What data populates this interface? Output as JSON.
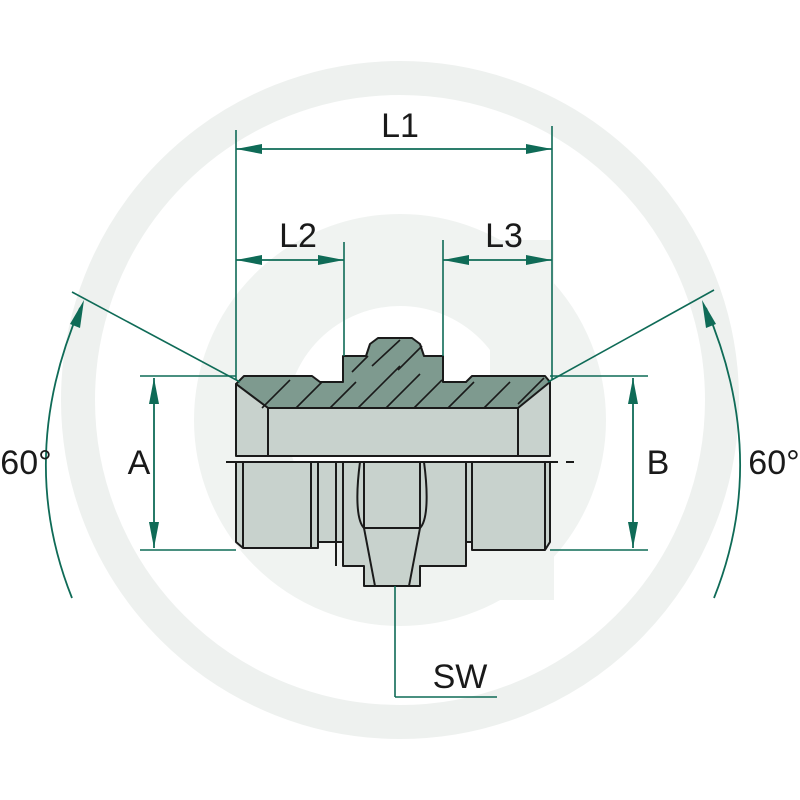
{
  "labels": {
    "l1": "L1",
    "l2": "L2",
    "l3": "L3",
    "a": "A",
    "b": "B",
    "sw": "SW",
    "angle_left": "60°",
    "angle_right": "60°"
  },
  "colors": {
    "dimension_lines": "#0f6b57",
    "body_fill": "#c8d2cd",
    "section_fill": "#7e9a8f",
    "outline": "#1a1a1a",
    "watermark": "#eef1ef"
  }
}
